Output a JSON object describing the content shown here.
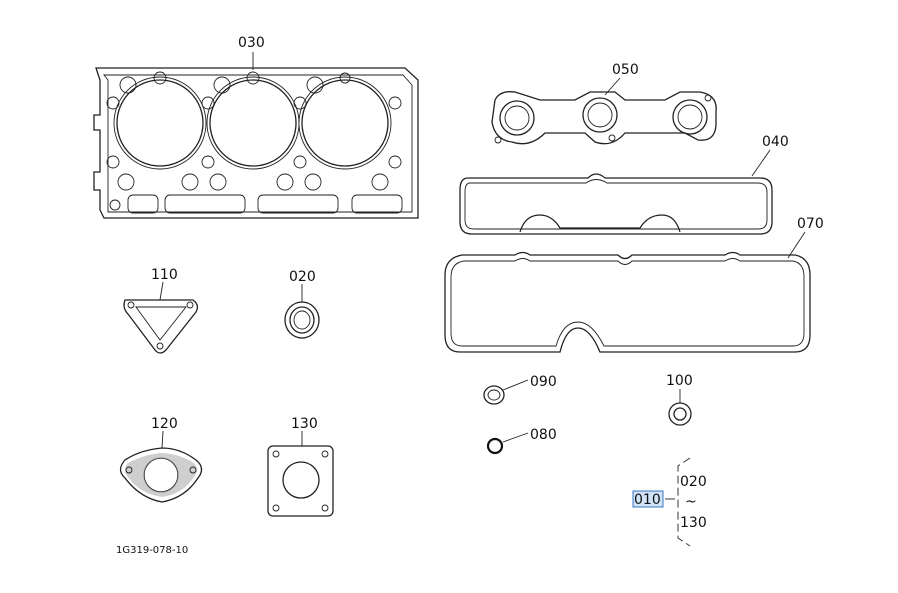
{
  "diagram_ref": "1G319-078-10",
  "parts": {
    "p030": "030",
    "p050": "050",
    "p040": "040",
    "p070": "070",
    "p110": "110",
    "p020": "020",
    "p090": "090",
    "p080": "080",
    "p100": "100",
    "p120": "120",
    "p130": "130"
  },
  "kit": {
    "label": "010",
    "range_start": "020",
    "range_sep": "~",
    "range_end": "130",
    "highlight_color": "#cfe2f7"
  }
}
